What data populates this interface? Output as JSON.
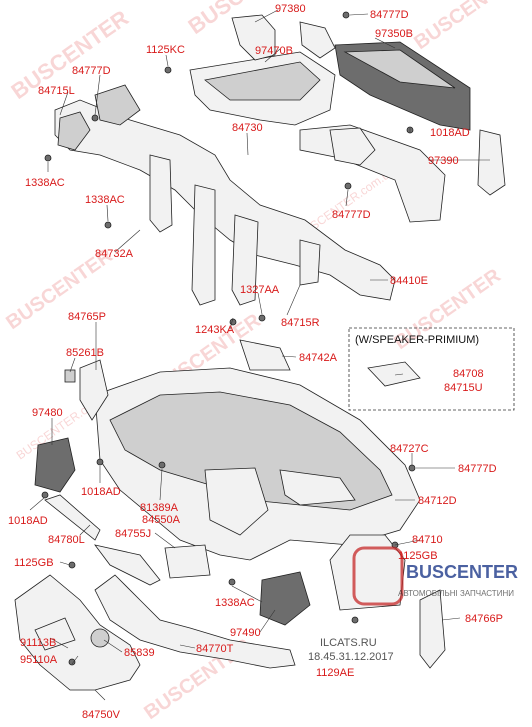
{
  "callouts": [
    {
      "id": "97380",
      "text": "97380"
    },
    {
      "id": "84777d_top",
      "text": "84777D"
    },
    {
      "id": "97350b",
      "text": "97350B"
    },
    {
      "id": "1125kc_top",
      "text": "1125KC"
    },
    {
      "id": "97470b",
      "text": "97470B"
    },
    {
      "id": "84777d_left",
      "text": "84777D"
    },
    {
      "id": "84715l",
      "text": "84715L"
    },
    {
      "id": "84730",
      "text": "84730"
    },
    {
      "id": "1018ad_top",
      "text": "1018AD"
    },
    {
      "id": "1338ac_left",
      "text": "1338AC"
    },
    {
      "id": "97390",
      "text": "97390"
    },
    {
      "id": "1338ac_mid",
      "text": "1338AC"
    },
    {
      "id": "84777d_mid",
      "text": "84777D"
    },
    {
      "id": "84732a",
      "text": "84732A"
    },
    {
      "id": "84410e",
      "text": "84410E"
    },
    {
      "id": "1327aa",
      "text": "1327AA"
    },
    {
      "id": "84715r",
      "text": "84715R"
    },
    {
      "id": "84765p",
      "text": "84765P"
    },
    {
      "id": "1243ka",
      "text": "1243KA"
    },
    {
      "id": "85261b",
      "text": "85261B"
    },
    {
      "id": "84742a",
      "text": "84742A"
    },
    {
      "id": "84708",
      "text": "84708"
    },
    {
      "id": "84715u",
      "text": "84715U"
    },
    {
      "id": "97480",
      "text": "97480"
    },
    {
      "id": "84727c",
      "text": "84727C"
    },
    {
      "id": "84777d_right",
      "text": "84777D"
    },
    {
      "id": "1018ad_mid",
      "text": "1018AD"
    },
    {
      "id": "81389a",
      "text": "81389A"
    },
    {
      "id": "84550a",
      "text": "84550A"
    },
    {
      "id": "84712d",
      "text": "84712D"
    },
    {
      "id": "1018ad_left",
      "text": "1018AD"
    },
    {
      "id": "84780l",
      "text": "84780L"
    },
    {
      "id": "84755j",
      "text": "84755J"
    },
    {
      "id": "84710",
      "text": "84710"
    },
    {
      "id": "1125gb_right",
      "text": "1125GB"
    },
    {
      "id": "1125gb_left",
      "text": "1125GB"
    },
    {
      "id": "1338ac_bot",
      "text": "1338AC"
    },
    {
      "id": "84766p",
      "text": "84766P"
    },
    {
      "id": "97490",
      "text": "97490"
    },
    {
      "id": "84770t",
      "text": "84770T"
    },
    {
      "id": "91113b",
      "text": "91113B"
    },
    {
      "id": "95110a",
      "text": "95110A"
    },
    {
      "id": "85839",
      "text": "85839"
    },
    {
      "id": "1129ae",
      "text": "1129AE"
    },
    {
      "id": "84750v",
      "text": "84750V"
    }
  ],
  "speaker_box": {
    "title": "(W/SPEAKER-PRIMIUM)"
  },
  "watermarks": {
    "brand": "BUSCENTER",
    "site": "BUSCENTER.com.ua",
    "logo_line1": "BUSCENTER",
    "logo_line2": "АВТОМОБІЛЬНІ ЗАПЧАСТИНИ"
  },
  "stamp": {
    "line1": "ILCATS.RU",
    "line2": "18.45.31.12.2017"
  },
  "colors": {
    "callout": "#d81a1a",
    "watermark": "#e34848",
    "line": "#222222"
  }
}
